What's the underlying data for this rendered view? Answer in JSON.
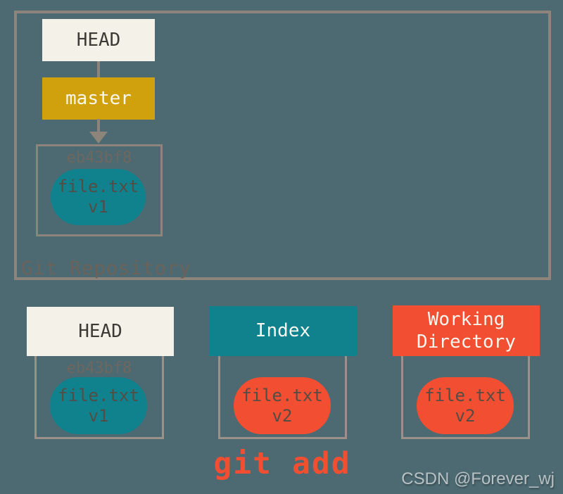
{
  "colors": {
    "background": "#4d6a72",
    "border": "#8d847b",
    "border_light": "#9a9189",
    "cream": "#f4f1e8",
    "dark_text": "#3e3a35",
    "gold": "#d0a10c",
    "light_text": "#f8f6ef",
    "teal": "#0f828e",
    "orange": "#f24e31",
    "blob_text": "#544d46",
    "hash_text": "#6e675f",
    "repo_label_text": "#6b635b",
    "watermark_text": "#b8c1c3"
  },
  "repository": {
    "label": "Git Repository",
    "head_ref": "HEAD",
    "branch": "master",
    "commit": {
      "hash": "eb43bf8",
      "file": "file.txt",
      "version": "v1"
    }
  },
  "areas": [
    {
      "title": "HEAD",
      "hash": "eb43bf8",
      "file": "file.txt",
      "version": "v1"
    },
    {
      "title": "Index",
      "file": "file.txt",
      "version": "v2"
    },
    {
      "title": "Working Directory",
      "file": "file.txt",
      "version": "v2"
    }
  ],
  "command": "git add",
  "watermark": "CSDN @Forever_wj"
}
